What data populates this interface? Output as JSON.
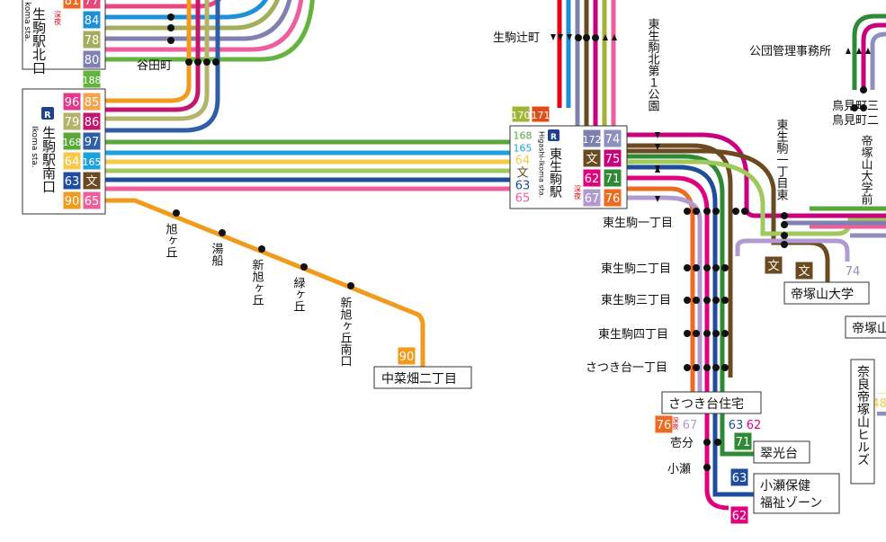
{
  "colors": {
    "c62": "#e0007e",
    "c63": "#1f4d9c",
    "c64": "#f7c84a",
    "c65": "#ee5d9c",
    "c67": "#b09ad0",
    "c71": "#2f8a36",
    "c74": "#8e8fbf",
    "c75": "#c8007d",
    "c76": "#ee6a1f",
    "c77": "#e8477e",
    "c78": "#a3ad5c",
    "c79": "#b3b36a",
    "c80": "#8081b0",
    "c84": "#1e90d8",
    "c85": "#f5a24a",
    "c86": "#c4166f",
    "c90": "#f29a1b",
    "c96": "#e4388b",
    "c97": "#2e5ea6",
    "c165": "#1da1dd",
    "c168": "#5aa83a",
    "c170": "#a3b33a",
    "c171": "#e04d1a",
    "c172": "#7f7faf",
    "c188": "#63b33c",
    "bun": "#6b4a1f",
    "late": "#e60012"
  },
  "nodes": {
    "n_north": {
      "line1": "生駒駅北口",
      "line2": "koma sta."
    },
    "n_south": {
      "line1": "生駒駅南口",
      "line2": "Ikoma sta."
    },
    "higashi": {
      "line1": "東生駒駅",
      "line2": "Higashi-Ikoma sta."
    }
  },
  "badges": {
    "north_top": [
      "81",
      "77"
    ],
    "north": [
      "84",
      "78",
      "80",
      "188"
    ],
    "south_left": [
      "96",
      "79",
      "168",
      "64",
      "63",
      "90"
    ],
    "south_right": [
      "85",
      "86",
      "97",
      "165",
      "文",
      "65"
    ],
    "higashi_top": [
      "170",
      "171"
    ],
    "higashi_left": [
      "168",
      "165",
      "64",
      "文",
      "63",
      "65"
    ],
    "higashi_right": [
      "172",
      "74",
      "文",
      "75",
      "62",
      "71",
      "67",
      "76"
    ],
    "misc": {
      "n90": "90",
      "n76": "76",
      "n67": "67",
      "n63": "63",
      "n62": "62",
      "n71": "71",
      "n63b": "63",
      "n62b": "62",
      "bun1": "文",
      "bun2": "文",
      "n74": "74",
      "n48": "48"
    }
  },
  "labels": {
    "late_night": "深夜",
    "taniguchi": "谷田町",
    "ikomatsuji": "生駒辻町",
    "park": "東生駒北第１公園",
    "kodan": "公団管理事務所",
    "torimi3": "鳥見町三",
    "torimi2": "鳥見町二",
    "tezuka_mae": "帝塚山大学前",
    "higashi1_east": "東生駒一丁目東",
    "hig1": "東生駒一丁目",
    "hig2": "東生駒二丁目",
    "hig3": "東生駒三丁目",
    "hig4": "東生駒四丁目",
    "satsuki1": "さつき台一丁目",
    "asahi": "旭ヶ丘",
    "yubune": "湯船",
    "shinasahi": "新旭ヶ丘",
    "midori": "緑ヶ丘",
    "shinasahi_s": "新旭ヶ丘南口",
    "nakanabata": "中菜畑二丁目",
    "satsuki_jutaku": "さつき台住宅",
    "ichibu": "壱分",
    "kose": "小瀬",
    "suiko": "翠光台",
    "kose_hoken1": "小瀬保健",
    "kose_hoken2": "福祉ゾーン",
    "tezuka_univ": "帝塚山大学",
    "tezuka_b": "帝塚山",
    "nara_hills": "奈良帝塚山ヒルズ"
  }
}
